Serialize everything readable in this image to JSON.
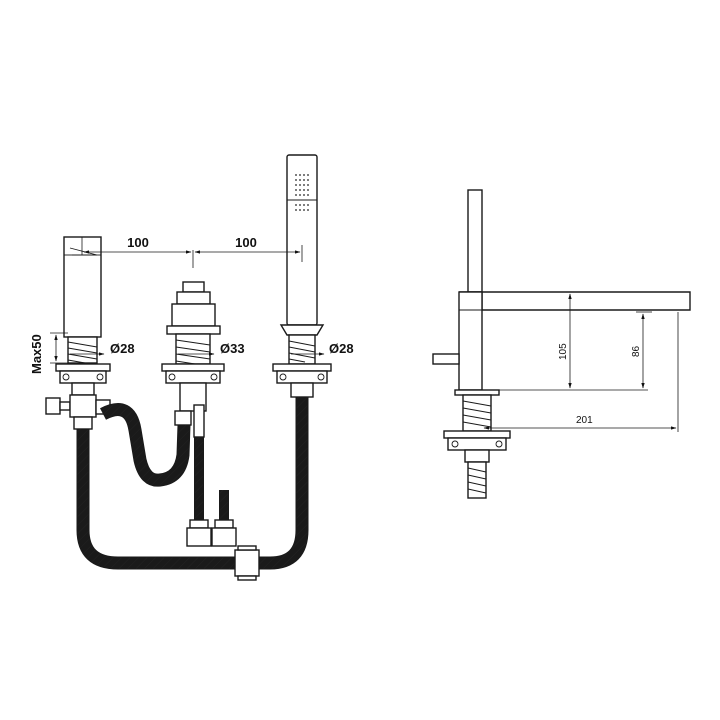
{
  "labels": {
    "spacing_left": "100",
    "spacing_right": "100",
    "dia_left": "Ø28",
    "dia_mid": "Ø33",
    "dia_right": "Ø28",
    "max_deck": "Max50",
    "side_height": "105",
    "side_spout_height": "86",
    "side_reach": "201"
  }
}
